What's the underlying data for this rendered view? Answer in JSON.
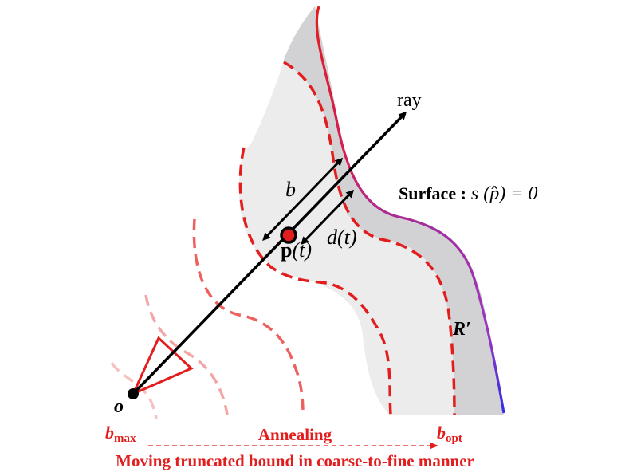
{
  "labels": {
    "ray": "ray",
    "b": "b",
    "d_of_t": "d(t)",
    "p_of_t": "p(t)",
    "surface": "Surface : s (p̂) = 0",
    "surface_bold": "Surface :",
    "surface_eq": "s (p̂) = 0",
    "r_prime": "R′",
    "origin": "o",
    "b_max_base": "b",
    "b_max_sub": "max",
    "b_opt_base": "b",
    "b_opt_sub": "opt",
    "annealing": "Annealing",
    "caption": "Moving truncated bound in coarse-to-fine manner"
  },
  "colors": {
    "bound": "#e31d1d",
    "surface_start": "#e31d1d",
    "surface_mid": "#a030a0",
    "surface_end": "#3030e0",
    "band_dark": "#d2d2d4",
    "band_light": "#ececec",
    "ray": "#000000"
  }
}
